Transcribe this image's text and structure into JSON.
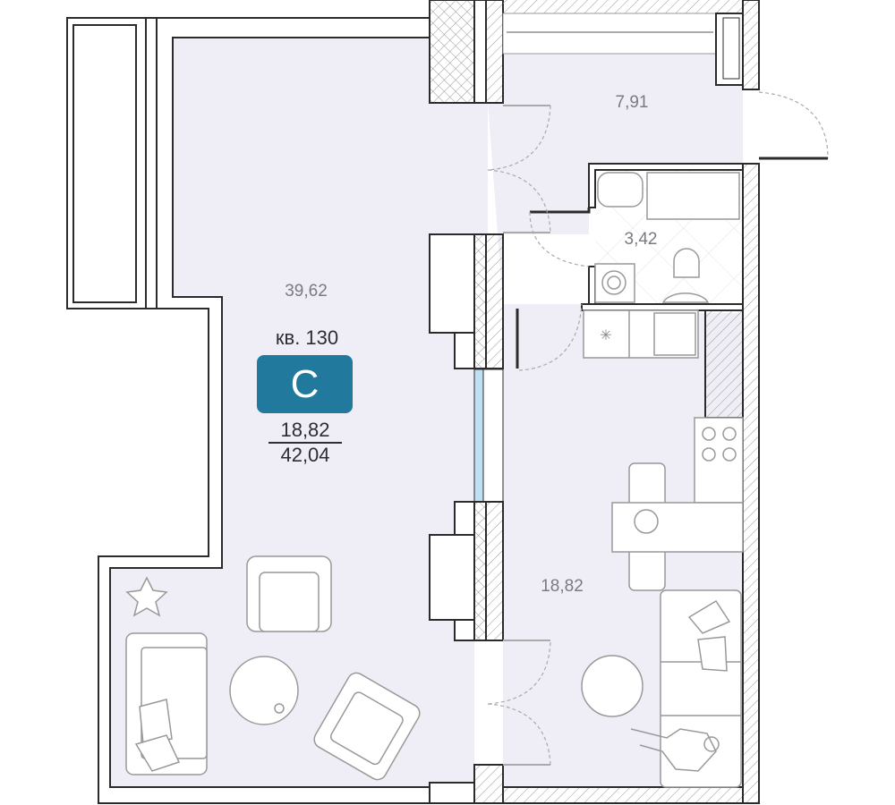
{
  "apartment": {
    "number_label": "кв. 130",
    "type_badge": "С",
    "living_area": "18,82",
    "total_area": "42,04",
    "badge_color": "#21799e"
  },
  "rooms": [
    {
      "name": "living-room",
      "area": "39,62"
    },
    {
      "name": "hallway",
      "area": "7,91"
    },
    {
      "name": "bathroom",
      "area": "3,42"
    },
    {
      "name": "kitchen",
      "area": "18,82"
    }
  ],
  "colors": {
    "floor": "#efedf6",
    "wall": "#2b2b2b",
    "window": "#bfe0f2"
  }
}
